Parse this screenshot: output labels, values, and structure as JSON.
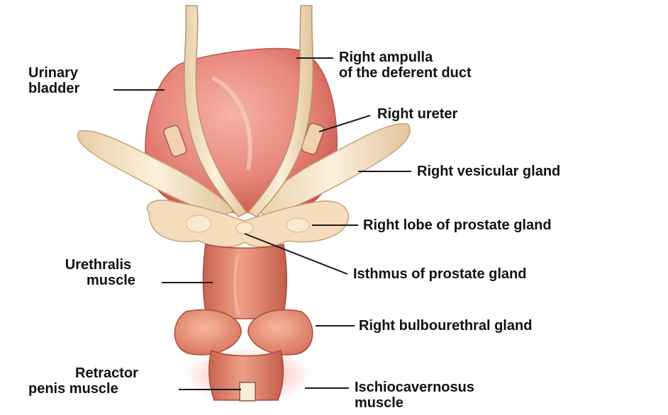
{
  "labels": {
    "urinary_bladder": [
      "Urinary",
      "bladder"
    ],
    "right_ampulla": [
      "Right ampulla",
      "of the deferent duct"
    ],
    "right_ureter": [
      "Right ureter"
    ],
    "right_vesicular_gland": [
      "Right vesicular gland"
    ],
    "right_lobe_prostate": [
      "Right lobe of prostate gland"
    ],
    "urethralis_muscle": [
      "Urethralis",
      "muscle"
    ],
    "isthmus_prostate": [
      "Isthmus of prostate gland"
    ],
    "right_bulbourethral": [
      "Right bulbourethral gland"
    ],
    "retractor_penis": [
      "Retractor",
      "penis muscle"
    ],
    "ischiocavernosus": [
      "Ischiocavernosus",
      "muscle"
    ]
  },
  "colors": {
    "bladder": "#e8877c",
    "duct": "#f5e3c0",
    "gland": "#f3d9b8",
    "urethra": "#e0806a",
    "bulbourethral": "#ea9478",
    "leader": "#1a1a1a",
    "text": "#111111"
  }
}
